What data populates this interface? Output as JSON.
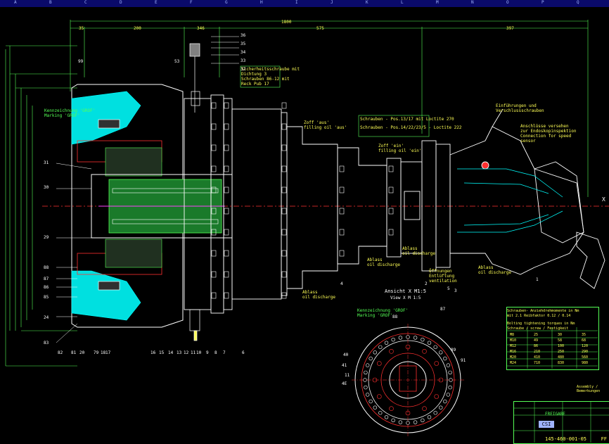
{
  "drawing": {
    "view_title": "Ansicht X M1:5",
    "view_subtitle": "View X  M 1:5",
    "drawing_number": "145-460-001-05",
    "sheet_flag": "FF",
    "approval_label": "FREIGABE",
    "logo_text": "CSI"
  },
  "topbar": {
    "zone_letters": [
      "A",
      "B",
      "C",
      "D",
      "E",
      "F",
      "G",
      "H",
      "I",
      "J",
      "K",
      "L",
      "M",
      "N",
      "O",
      "P",
      "Q"
    ]
  },
  "callouts": {
    "left_column": [
      "31",
      "30",
      "29",
      "88",
      "87",
      "86",
      "85",
      "24",
      "83"
    ],
    "bottom_row": [
      "82",
      "81",
      "20",
      "79",
      "18",
      "17",
      "16",
      "15",
      "14",
      "13",
      "12",
      "11",
      "10",
      "9",
      "8",
      "7",
      "6"
    ],
    "top_right": [
      "36",
      "35",
      "34",
      "33",
      "32"
    ],
    "top_left": [
      "99",
      "53"
    ],
    "right_side": [
      "4",
      "3",
      "2",
      "1",
      "5"
    ],
    "view_callouts": [
      "87",
      "88",
      "89",
      "91",
      "40",
      "41",
      "11",
      "4E"
    ]
  },
  "annotations": {
    "marking_top": "Kennzeichnung 'GROF'",
    "marking_top_en": "Marking 'GROF'",
    "lock_note_1": "Sicherheitsschraube mit",
    "lock_note_2": "Dichtung 3",
    "lock_note_3": "Schrauben 86-12 mit",
    "lock_note_4": "Reck Pub 17",
    "shaft_note_1": "Schrauben - Pos.13/17 mit Loctite 270",
    "shaft_note_2": "Schrauben - Pos.14/22/23/5 - Loctite 222",
    "zoff_1": "Zoff 'aus'",
    "zoff_1b": "filling oil 'aus'",
    "zoff_2": "Zoff 'ein'",
    "zoff_2b": "filling oil 'ein'",
    "pump_1": "Einführungen und",
    "pump_2": "Verschlussschrauben",
    "pump_3": "Anschlüsse versehen",
    "pump_4": "zur Endoskopinspektion",
    "pump_5": "Connection for speed",
    "pump_6": "sensor",
    "drain_1": "Ablass",
    "drain_1b": "oil discharge",
    "drain_2": "Ablass",
    "drain_2b": "oil discharge",
    "drain_3": "Ablass",
    "drain_3b": "oil discharge",
    "drain_4": "Ablass",
    "drain_4b": "oil discharge",
    "bleed_1": "Öffnungen",
    "bleed_2": "Entlüftung",
    "bleed_3": "ventilation",
    "view_marking": "Kennzeichnung 'GROF'",
    "view_marking_en": "Marking 'GROF'",
    "view_x_label": "X"
  },
  "table": {
    "title_1": "Schrauben- Anziehdrehmomente in Nm",
    "title_2": "mit 2.1 Reibfaktor 0.12 / 0.14",
    "title_3": "Bolting tightening torques in Nm",
    "title_4": "Schraube / screw / Festigkeit",
    "rows": [
      [
        "M8",
        "25",
        "30",
        "35"
      ],
      [
        "M10",
        "49",
        "58",
        "68"
      ],
      [
        "M12",
        "86",
        "100",
        "120"
      ],
      [
        "M16",
        "210",
        "250",
        "290"
      ],
      [
        "M20",
        "410",
        "480",
        "560"
      ],
      [
        "M24",
        "710",
        "830",
        "980"
      ]
    ]
  },
  "notes": {
    "right_note": "Assembly / Bemerkungen"
  },
  "dims": {
    "overall": "1800",
    "seg_1": "35",
    "seg_2": "200",
    "seg_3": "346",
    "seg_4": "575",
    "seg_5": "397"
  },
  "colors": {
    "background": "#000000",
    "outline": "#ffffff",
    "cyan": "#00ffff",
    "green": "#55ff55",
    "yellow": "#ffff55",
    "red": "#ff3030",
    "blue": "#4060ff",
    "magenta": "#ff40ff"
  }
}
